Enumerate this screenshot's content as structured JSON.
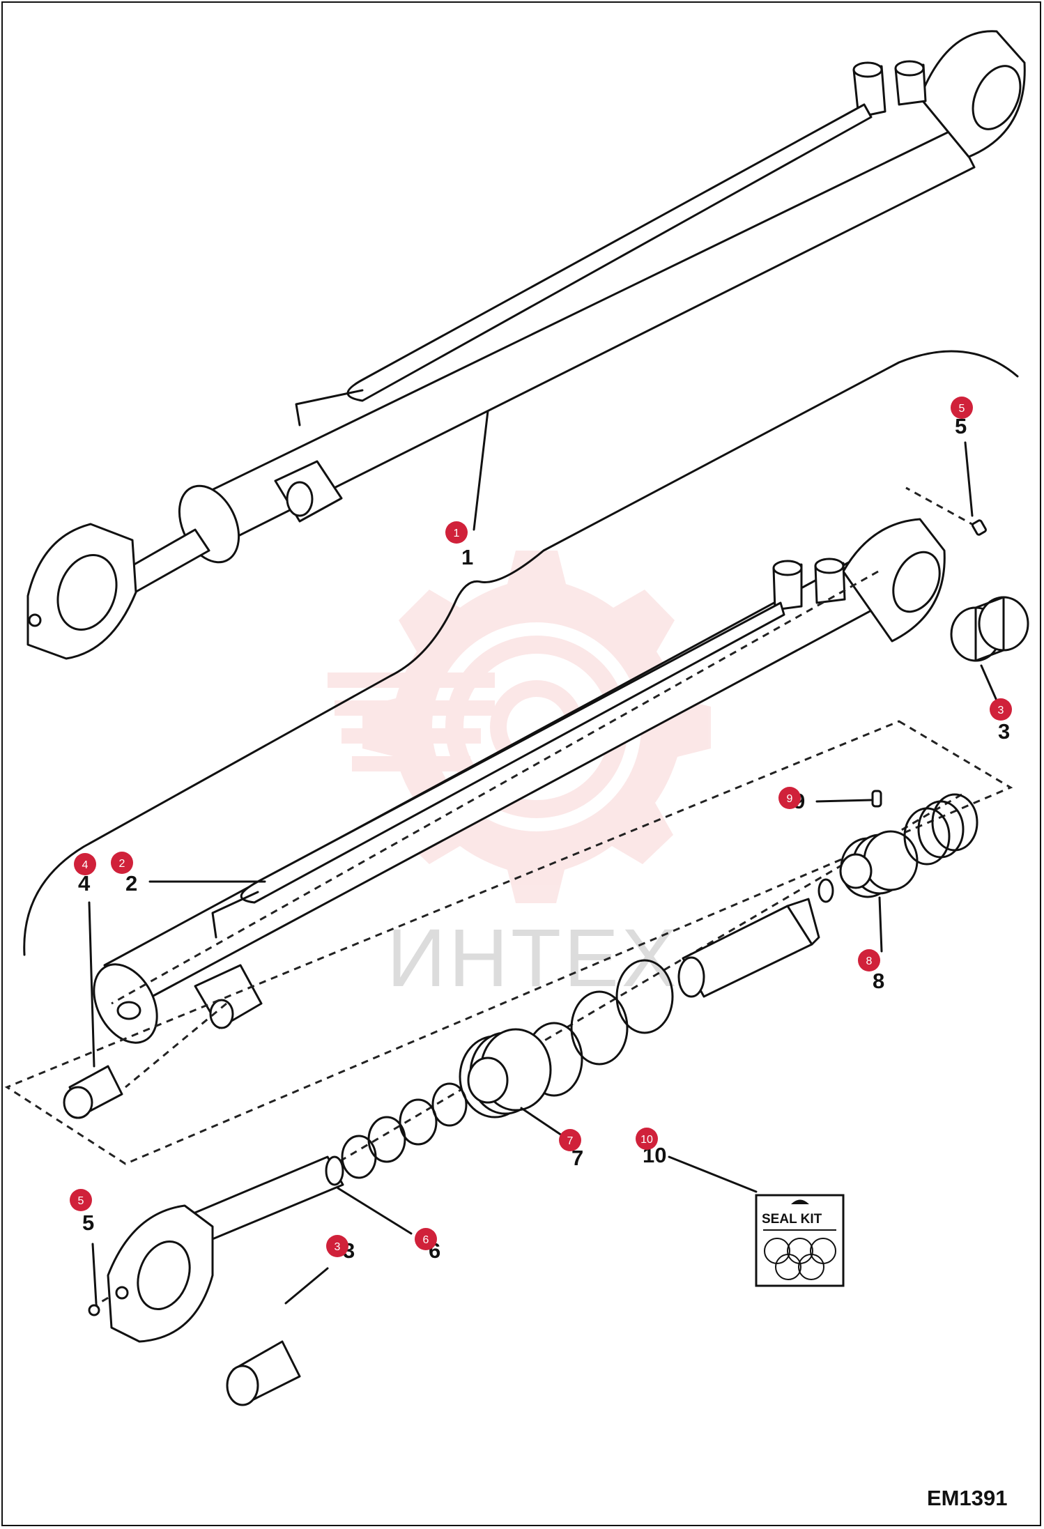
{
  "diagram": {
    "code": "EM1391",
    "watermark": "ИНТЕХ",
    "seal_kit_label": "SEAL KIT",
    "colors": {
      "badge": "#d0213a",
      "watermark": "#f3b8b8",
      "ink": "#111111"
    },
    "callouts": [
      {
        "id": "1",
        "label": "1"
      },
      {
        "id": "2",
        "label": "2"
      },
      {
        "id": "3a",
        "label": "3"
      },
      {
        "id": "3b",
        "label": "3"
      },
      {
        "id": "4",
        "label": "4"
      },
      {
        "id": "5a",
        "label": "5"
      },
      {
        "id": "5b",
        "label": "5"
      },
      {
        "id": "6",
        "label": "6"
      },
      {
        "id": "7",
        "label": "7"
      },
      {
        "id": "8",
        "label": "8"
      },
      {
        "id": "9",
        "label": "9"
      },
      {
        "id": "10",
        "label": "10"
      }
    ]
  }
}
